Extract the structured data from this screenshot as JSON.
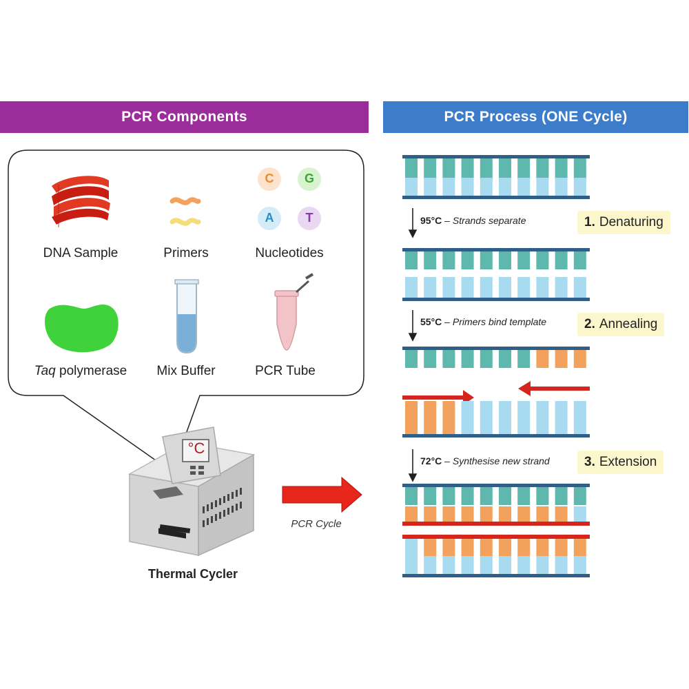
{
  "headers": {
    "components": "PCR Components",
    "process": "PCR Process  (ONE Cycle)"
  },
  "components": [
    {
      "id": "dna",
      "label": "DNA Sample",
      "icon": "dna-helix-icon"
    },
    {
      "id": "primers",
      "label": "Primers",
      "icon": "primers-icon"
    },
    {
      "id": "nucleotides",
      "label": "Nucleotides",
      "icon": "nucleotides-icon"
    },
    {
      "id": "taq",
      "label_italic": "Taq",
      "label_rest": " polymerase",
      "icon": "enzyme-icon"
    },
    {
      "id": "buffer",
      "label": "Mix Buffer",
      "icon": "test-tube-icon"
    },
    {
      "id": "tube",
      "label": "PCR Tube",
      "icon": "pcr-tube-icon"
    }
  ],
  "nucleotides": [
    "C",
    "G",
    "A",
    "T"
  ],
  "machine": {
    "display": "°C",
    "label": "Thermal Cycler"
  },
  "cycle_arrow_label": "PCR Cycle",
  "steps": [
    {
      "num": "1.",
      "name": "Denaturing",
      "temp": "95°C",
      "desc": "Strands separate"
    },
    {
      "num": "2.",
      "name": "Annealing",
      "temp": "55°C",
      "desc": "Primers bind template"
    },
    {
      "num": "3.",
      "name": "Extension",
      "temp": "72°C",
      "desc": "Synthesise new strand"
    }
  ],
  "colors": {
    "components_header": "#9b2d9b",
    "process_header": "#3d7cc9",
    "backbone": "#2f5f86",
    "teal_base": "#5fb8ad",
    "light_blue_base": "#a8daf0",
    "orange_base": "#f3a25e",
    "primer_red": "#d6251c",
    "step_box": "#fbf6cc"
  }
}
